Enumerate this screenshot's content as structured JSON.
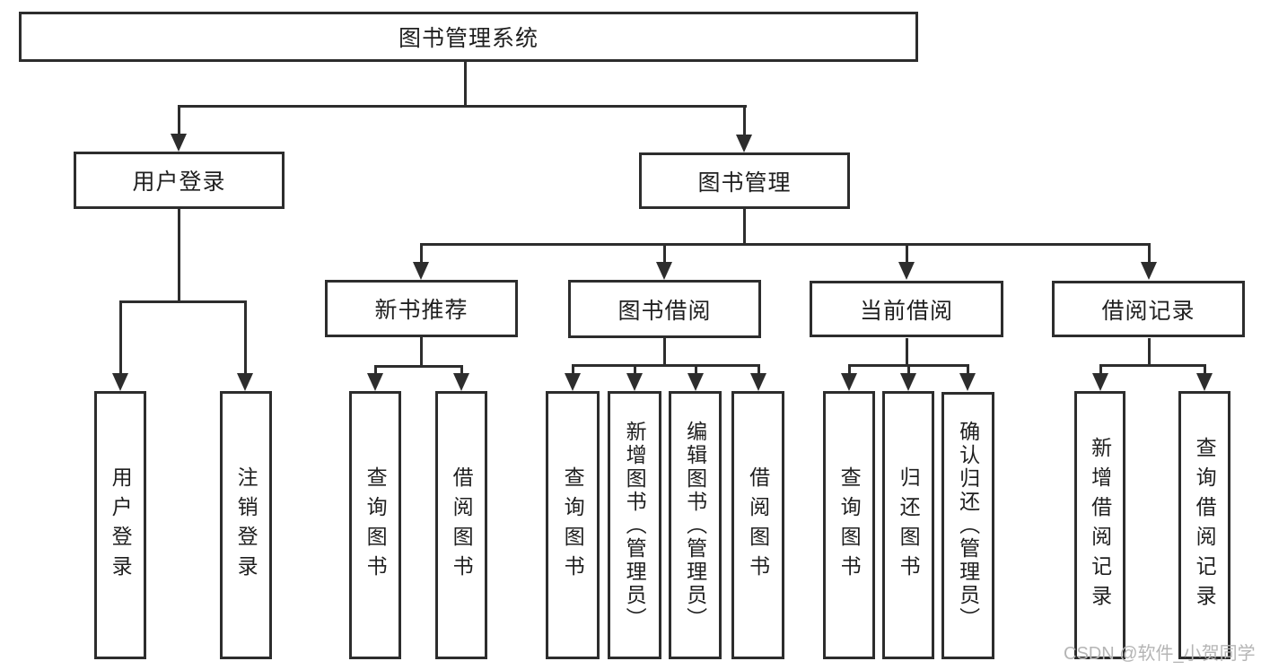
{
  "tree": {
    "label": "图书管理系统",
    "children": [
      {
        "label": "用户登录",
        "children": [
          {
            "label": "用户登录"
          },
          {
            "label": "注销登录"
          }
        ]
      },
      {
        "label": "图书管理",
        "children": [
          {
            "label": "新书推荐",
            "children": [
              {
                "label": "查询图书"
              },
              {
                "label": "借阅图书"
              }
            ]
          },
          {
            "label": "图书借阅",
            "children": [
              {
                "label": "查询图书"
              },
              {
                "label": "新增图书（管理员）"
              },
              {
                "label": "编辑图书（管理员）"
              },
              {
                "label": "借阅图书"
              }
            ]
          },
          {
            "label": "当前借阅",
            "children": [
              {
                "label": "查询图书"
              },
              {
                "label": "归还图书"
              },
              {
                "label": "确认归还（管理员）"
              }
            ]
          },
          {
            "label": "借阅记录",
            "children": [
              {
                "label": "新增借阅记录"
              },
              {
                "label": "查询借阅记录"
              }
            ]
          }
        ]
      }
    ]
  },
  "watermark": {
    "text": "CSDN @软件_小贺同学"
  },
  "colors": {
    "line": "#2d2d2d",
    "text": "#1f1f1f",
    "watermark": "#b5b5b5",
    "background": "#ffffff"
  }
}
